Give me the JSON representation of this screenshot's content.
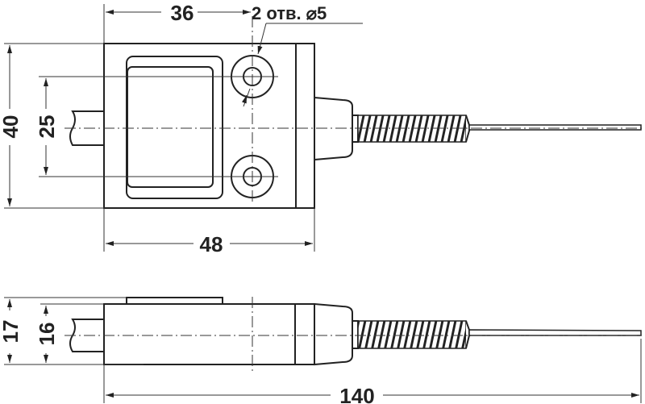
{
  "drawing": {
    "top_view": {
      "dim_hole_spacing_x": "36",
      "dim_width": "48",
      "dim_height": "40",
      "dim_hole_spacing_y": "25",
      "hole_note": "2 отв. ⌀5"
    },
    "side_view": {
      "dim_total_height": "17",
      "dim_body_height": "16",
      "dim_total_length": "140"
    }
  }
}
